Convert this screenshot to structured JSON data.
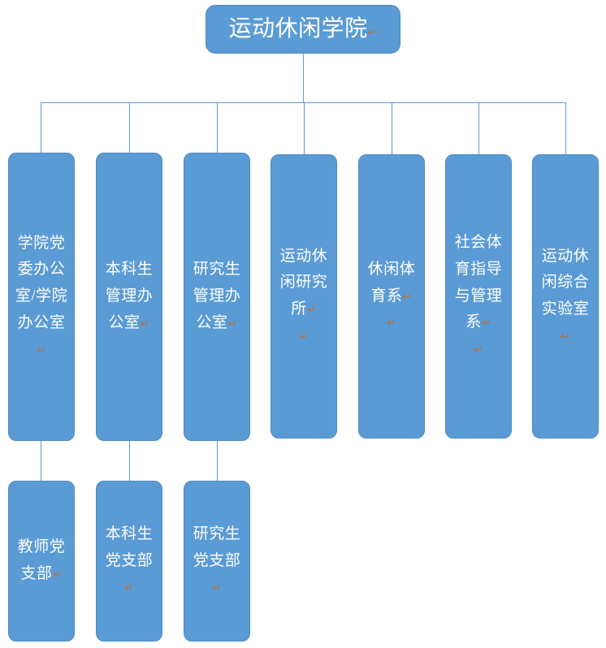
{
  "diagram": {
    "title": "运动休闲学院组织架构图",
    "type": "org-chart",
    "colors": {
      "node_fill": "#5B9BD5",
      "node_border": "#4A8AC4",
      "node_text": "#FFFFFF",
      "connector": "#5B9BD5",
      "pilcrow": "#B8713A",
      "background": "#FFFFFF"
    },
    "pilcrow_glyph": "↵"
  },
  "root": {
    "id": "root",
    "label": "运动休闲学院",
    "trailing_mark": "↵"
  },
  "level2": [
    {
      "id": "party-office",
      "label": "学院党委办公室/学院办公室",
      "trailing_mark": "↵",
      "extra_mark": ""
    },
    {
      "id": "undergrad-office",
      "label": "本科生管理办公室",
      "trailing_mark": "↵",
      "extra_mark": ""
    },
    {
      "id": "grad-office",
      "label": "研究生管理办公室",
      "trailing_mark": "↵",
      "extra_mark": ""
    },
    {
      "id": "research-institute",
      "label": "运动休闲研究所",
      "trailing_mark": "↵",
      "extra_mark": "↵"
    },
    {
      "id": "leisure-sports-dept",
      "label": "休闲体育系",
      "trailing_mark": "↵",
      "extra_mark": "↵"
    },
    {
      "id": "social-sports-dept",
      "label": "社会体育指导与管理系",
      "trailing_mark": "↵",
      "extra_mark": "↵"
    },
    {
      "id": "comprehensive-lab",
      "label": "运动休闲综合实验室",
      "trailing_mark": "↵",
      "extra_mark": ""
    }
  ],
  "level3": [
    {
      "id": "teacher-branch",
      "label": "教师党支部",
      "trailing_mark": "↵",
      "parent": "party-office"
    },
    {
      "id": "undergrad-branch",
      "label": "本科生党支部",
      "trailing_mark": "↵",
      "parent": "undergrad-office"
    },
    {
      "id": "grad-branch",
      "label": "研究生党支部",
      "trailing_mark": "↵",
      "parent": "grad-office"
    }
  ]
}
